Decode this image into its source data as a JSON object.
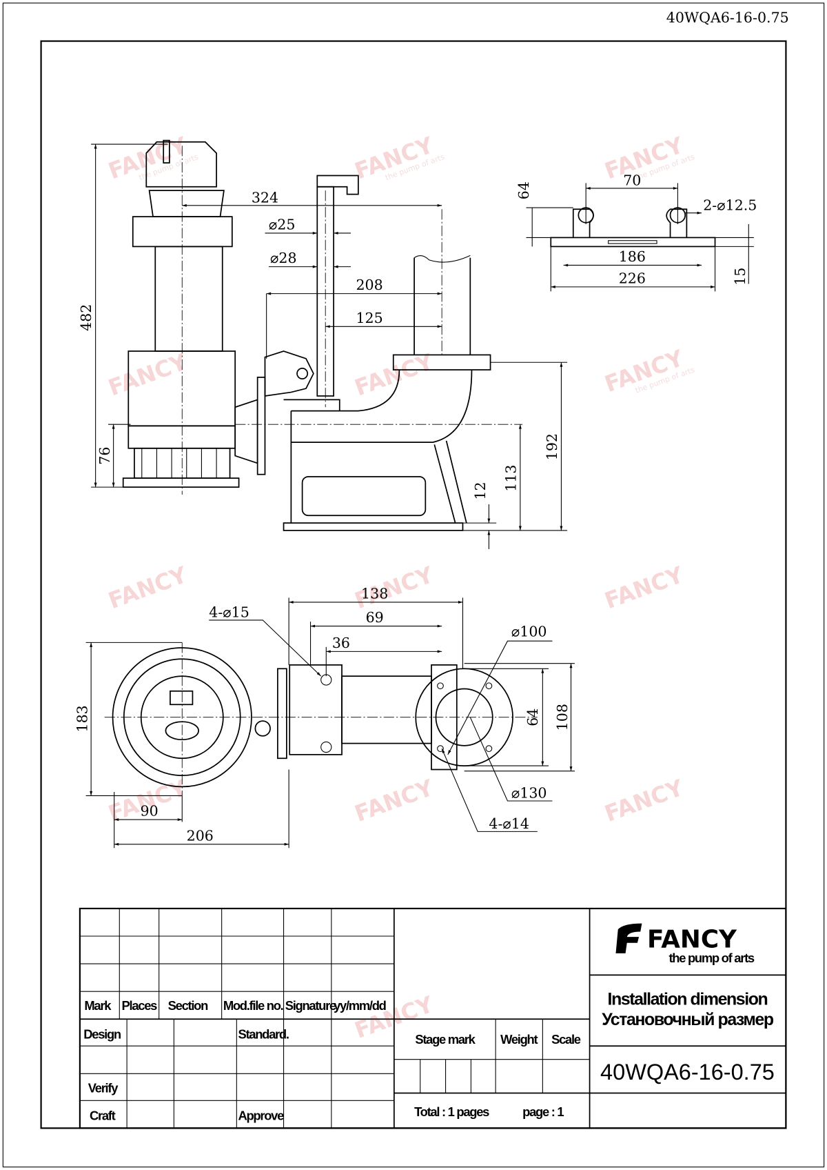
{
  "header": {
    "drawing_code": "40WQA6-16-0.75"
  },
  "watermark": {
    "brand": "FANCY",
    "tagline": "the pump of arts"
  },
  "side_view": {
    "dims": {
      "d324": "324",
      "d25": "⌀25",
      "d28": "⌀28",
      "d208": "208",
      "d125": "125",
      "d482": "482",
      "d76": "76",
      "d192": "192",
      "d113": "113",
      "d12": "12"
    }
  },
  "bracket_view": {
    "dims": {
      "d70": "70",
      "d64": "64",
      "holes": "2-⌀12.5",
      "d186": "186",
      "d226": "226",
      "d15": "15"
    }
  },
  "plan_view": {
    "dims": {
      "d138": "138",
      "holes15": "4-⌀15",
      "d69": "69",
      "d36": "36",
      "d100": "⌀100",
      "d183": "183",
      "d64": "64",
      "d108": "108",
      "d130": "⌀130",
      "holes14": "4-⌀14",
      "d90": "90",
      "d206": "206"
    }
  },
  "title_block": {
    "rev_headers": [
      "Mark",
      "Places",
      "Section",
      "Mod.file no.",
      "Signature",
      "yy/mm/dd"
    ],
    "design": "Design",
    "standard": "Standard.",
    "verify": "Verify",
    "craft": "Craft",
    "approve": "Approve",
    "stage_mark": "Stage mark",
    "weight": "Weight",
    "scale": "Scale",
    "total": "Total : 1 pages",
    "page": "page :  1",
    "brand": "FANCY",
    "tagline": "the pump of arts",
    "title_en": "Installation dimension",
    "title_ru": "Установочный размер",
    "model": "40WQA6-16-0.75"
  }
}
